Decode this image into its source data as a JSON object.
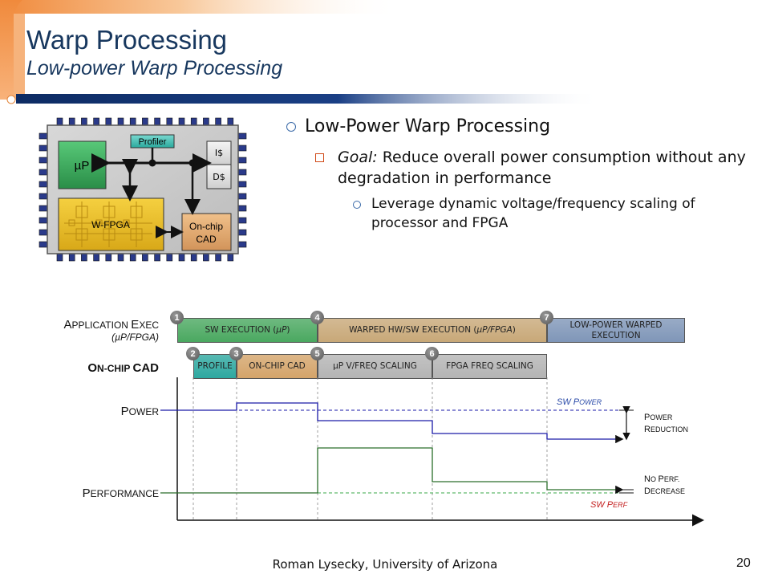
{
  "slide": {
    "title": "Warp Processing",
    "subtitle": "Low-power Warp Processing",
    "footer": "Roman Lysecky, University of Arizona",
    "page_number": "20"
  },
  "bullets": {
    "level1": "Low-Power Warp Processing",
    "level2_prefix": "Goal:",
    "level2_text": " Reduce overall power consumption without any degradation in performance",
    "level3": "Leverage dynamic voltage/frequency scaling of processor and FPGA"
  },
  "chip": {
    "up": "µP",
    "profiler": "Profiler",
    "icache": "I$",
    "dcache": "D$",
    "wfpga": "W-FPGA",
    "cad_line1": "On-chip",
    "cad_line2": "CAD"
  },
  "timeline": {
    "row_labels": {
      "app_exec_a": "A",
      "app_exec_b": "PPLICATION ",
      "app_exec_c": "E",
      "app_exec_d": "XEC",
      "app_exec_sub": "(µP/FPGA)",
      "cad_a": "O",
      "cad_b": "N-CHIP ",
      "cad_c": "CAD",
      "power_a": "P",
      "power_b": "OWER",
      "perf_a": "P",
      "perf_b": "ERFORMANCE"
    },
    "bars": {
      "sw_exec_a": "SW EXECUTION (",
      "sw_exec_b": "µP",
      "sw_exec_c": ")",
      "warped_a": "WARPED HW/SW EXECUTION (",
      "warped_b": "µP/FPGA",
      "warped_c": ")",
      "lowpower_line1": "LOW-POWER WARPED",
      "lowpower_line2": "EXECUTION",
      "profile": "PROFILE",
      "onchip_cad": "ON-CHIP CAD",
      "up_scaling": "µP V/FREQ SCALING",
      "fpga_scaling": "FPGA FREQ SCALING"
    },
    "steps": [
      "1",
      "2",
      "3",
      "4",
      "5",
      "6",
      "7"
    ],
    "annotations": {
      "sw_power_a": "SW P",
      "sw_power_b": "OWER",
      "sw_perf_a": "SW P",
      "sw_perf_b": "ERF",
      "power_red_1a": "P",
      "power_red_1b": "OWER",
      "power_red_2a": "R",
      "power_red_2b": "EDUCTION",
      "no_perf_1a": "N",
      "no_perf_1b": "O ",
      "no_perf_1c": "P",
      "no_perf_1d": "ERF.",
      "no_perf_2a": "D",
      "no_perf_2b": "ECREASE"
    },
    "colors": {
      "power_line": "#1a1aa8",
      "perf_line": "#2a6e2a",
      "sw_exec_bar": "#4aa860",
      "warped_bar": "#c8a878",
      "lowpower_bar": "#7f96b8",
      "profile_bar": "#2ea8a0",
      "cad_bar": "#d4a46a",
      "scaling_bar": "#b4b4b4"
    }
  }
}
